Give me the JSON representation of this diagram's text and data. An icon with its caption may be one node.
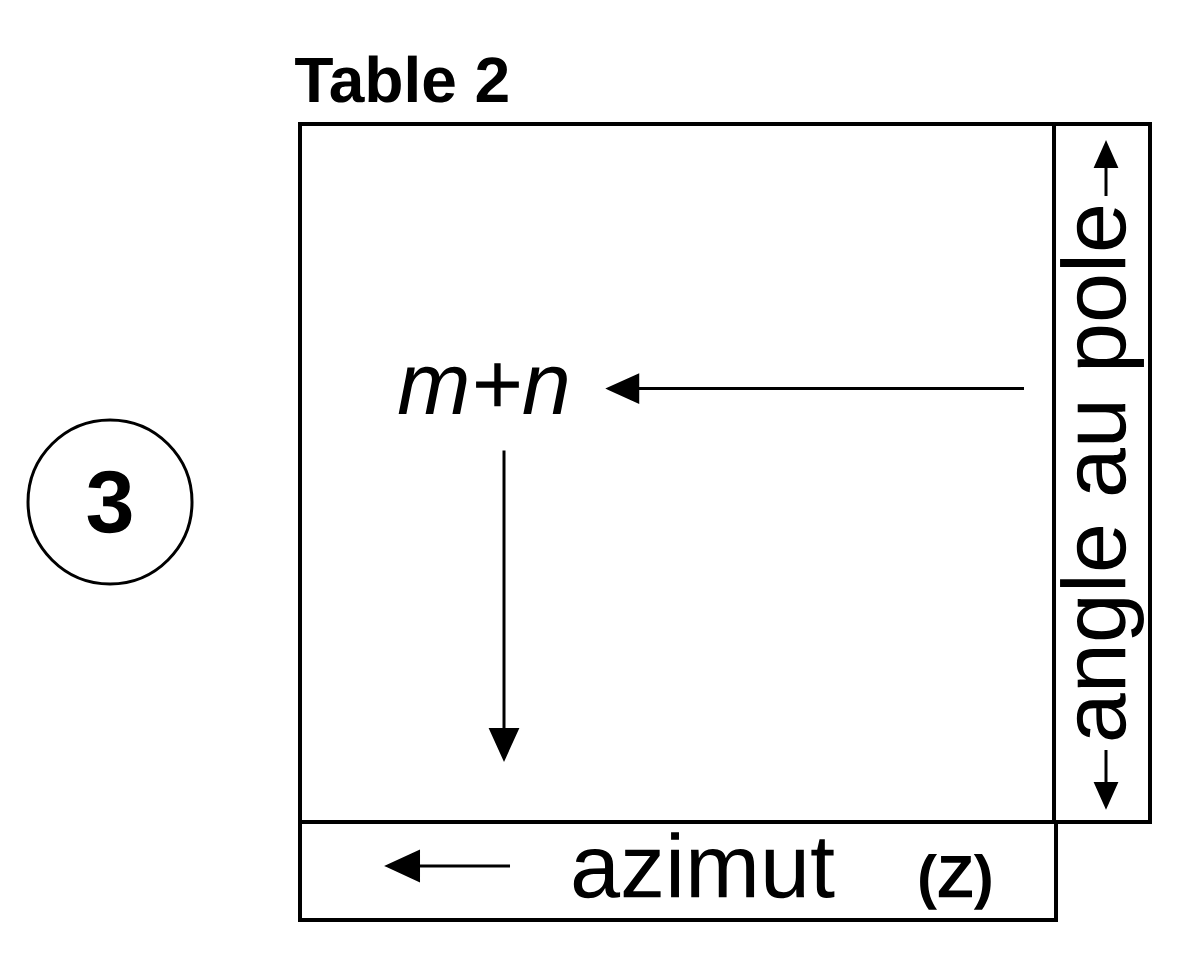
{
  "diagram": {
    "nodes": [
      {
        "text": [
          "3"
        ]
      },
      {
        "text": [
          "Table 2"
        ]
      },
      {
        "text": [
          "m+n"
        ],
        "in": 1
      },
      {
        "text": [
          "angle au pole"
        ]
      },
      {
        "text": [
          "azimut",
          "(Z)"
        ]
      }
    ],
    "edges": [
      {
        "from": 3,
        "to": 2,
        "arrow": "to"
      },
      {
        "from": 2,
        "to": 4,
        "arrow": "to"
      }
    ]
  }
}
